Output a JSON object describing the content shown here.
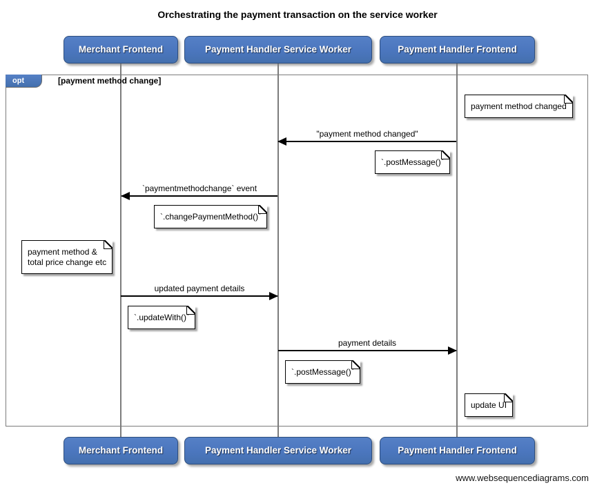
{
  "title": "Orchestrating the payment transaction on the service worker",
  "footer": "www.websequencediagrams.com",
  "actors": [
    {
      "label": "Merchant Frontend"
    },
    {
      "label": "Payment Handler Service Worker"
    },
    {
      "label": "Payment Handler Frontend"
    }
  ],
  "fragment": {
    "operator": "opt",
    "condition": "[payment method change]"
  },
  "messages": [
    {
      "label": "\"payment method changed\"",
      "from": "Payment Handler Frontend",
      "to": "Payment Handler Service Worker",
      "direction": "left"
    },
    {
      "label": "`paymentmethodchange` event",
      "from": "Payment Handler Service Worker",
      "to": "Merchant Frontend",
      "direction": "left"
    },
    {
      "label": "updated payment details",
      "from": "Merchant Frontend",
      "to": "Payment Handler Service Worker",
      "direction": "right"
    },
    {
      "label": "payment details",
      "from": "Payment Handler Service Worker",
      "to": "Payment Handler Frontend",
      "direction": "right"
    }
  ],
  "notes": [
    {
      "text": "payment method changed",
      "position": "right of Payment Handler Frontend"
    },
    {
      "text": "`.postMessage()`",
      "position": "left of Payment Handler Frontend"
    },
    {
      "text": "`.changePaymentMethod()`",
      "position": "right of Merchant Frontend"
    },
    {
      "text": "payment method &\ntotal price change etc",
      "position": "left of Merchant Frontend"
    },
    {
      "text": "`.updateWith()`",
      "position": "right of Merchant Frontend"
    },
    {
      "text": "`.postMessage()`",
      "position": "right of Payment Handler Service Worker"
    },
    {
      "text": "update UI",
      "position": "right of Payment Handler Frontend"
    }
  ],
  "colors": {
    "actor_fill": "#4B76BE",
    "actor_border": "#2D4D7D",
    "frame_gray": "#7B7B7B",
    "note_fill": "#FFFFFF",
    "arrow": "#000000",
    "background": "#FFFFFF"
  }
}
